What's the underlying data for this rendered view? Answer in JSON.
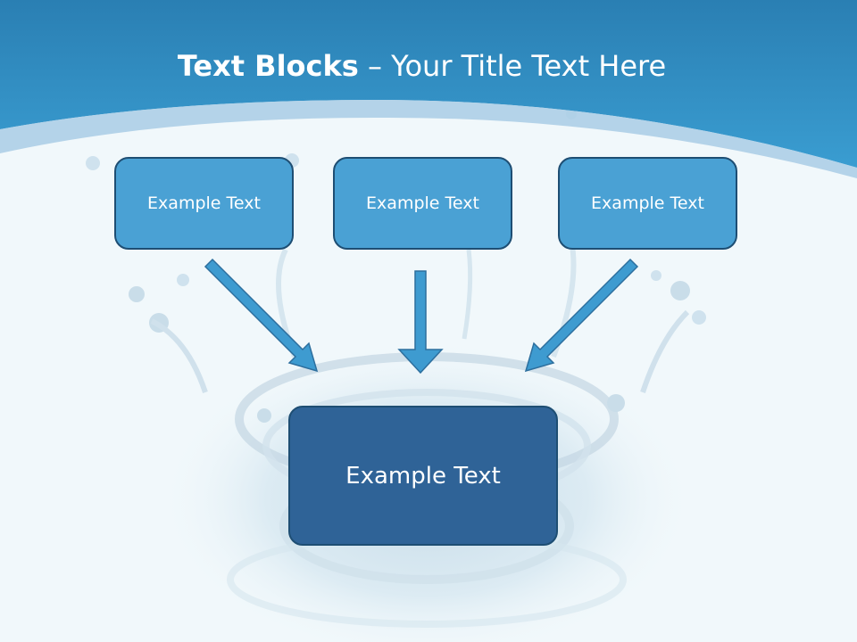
{
  "slide": {
    "title_bold": "Text Blocks",
    "title_dash": "–",
    "title_rest": "Your Title Text Here"
  },
  "blocks": {
    "top": [
      {
        "label": "Example Text"
      },
      {
        "label": "Example Text"
      },
      {
        "label": "Example Text"
      }
    ],
    "center": {
      "label": "Example Text"
    }
  },
  "colors": {
    "header": "#2f8fc6",
    "small_box": "#4aa1d4",
    "center_box": "#2f6397",
    "border": "#1e4e73",
    "arrow": "#3e9bd0"
  }
}
